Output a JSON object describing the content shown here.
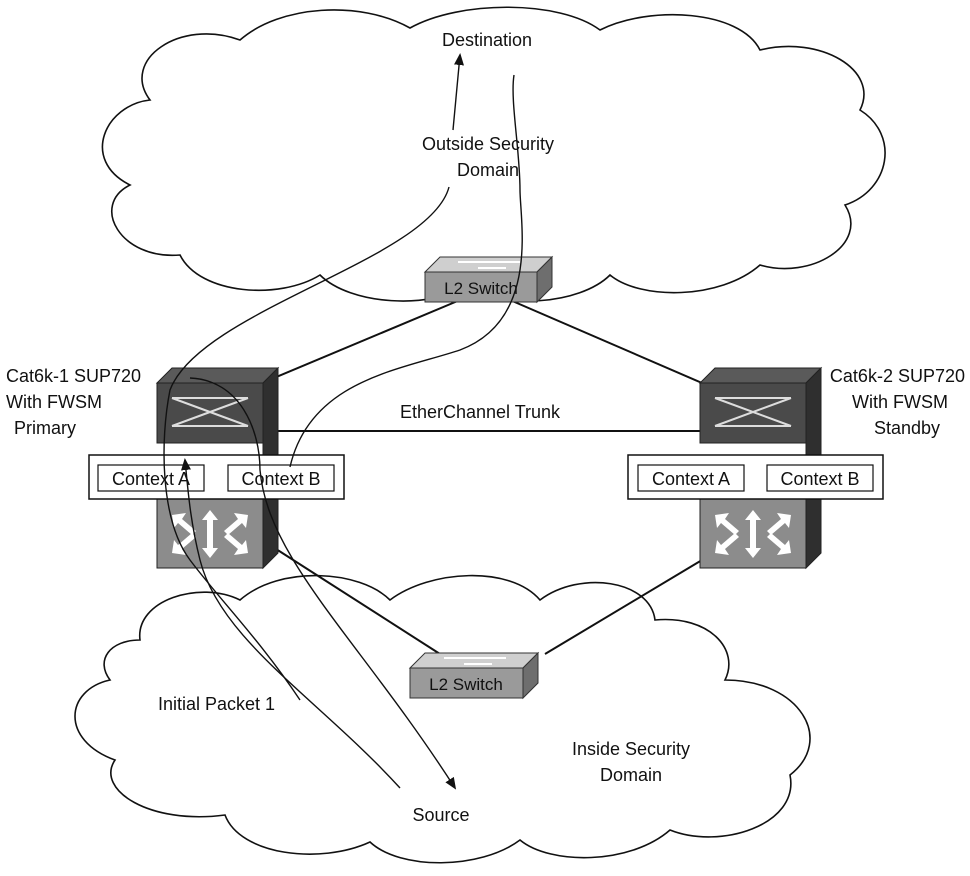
{
  "clouds": {
    "outside": {
      "destination_label": "Destination",
      "domain_label_line1": "Outside Security",
      "domain_label_line2": "Domain"
    },
    "inside": {
      "packet_label": "Initial Packet 1",
      "domain_label_line1": "Inside Security",
      "domain_label_line2": "Domain",
      "source_label": "Source"
    }
  },
  "switches": {
    "top_l2_label": "L2 Switch",
    "bottom_l2_label": "L2 Switch"
  },
  "cat6k_1": {
    "line1": "Cat6k-1 SUP720",
    "line2": "With FWSM",
    "line3": "Primary",
    "context_a": "Context A",
    "context_b": "Context B"
  },
  "cat6k_2": {
    "line1": "Cat6k-2 SUP720",
    "line2": "With FWSM",
    "line3": "Standby",
    "context_a": "Context A",
    "context_b": "Context B"
  },
  "trunk_label": "EtherChannel Trunk",
  "colors": {
    "device_dark": "#4a4a4a",
    "device_mid": "#7a7a7a",
    "device_light": "#a9a9a9",
    "line": "#111111",
    "background": "#ffffff"
  }
}
